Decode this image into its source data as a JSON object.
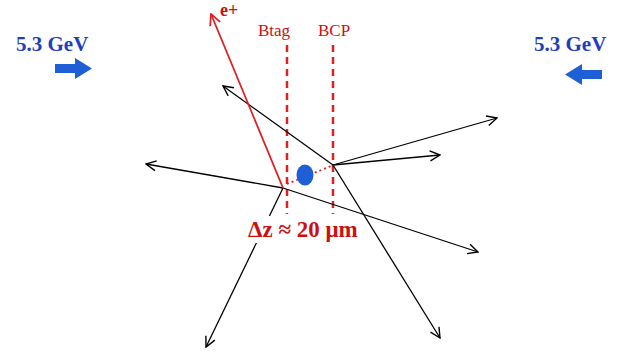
{
  "diagram": {
    "labels": [
      "5.3 GeV",
      "5.3 GeV",
      "e+",
      "Btag",
      "BCP",
      "Δz ≈ 20 μm"
    ]
  }
}
